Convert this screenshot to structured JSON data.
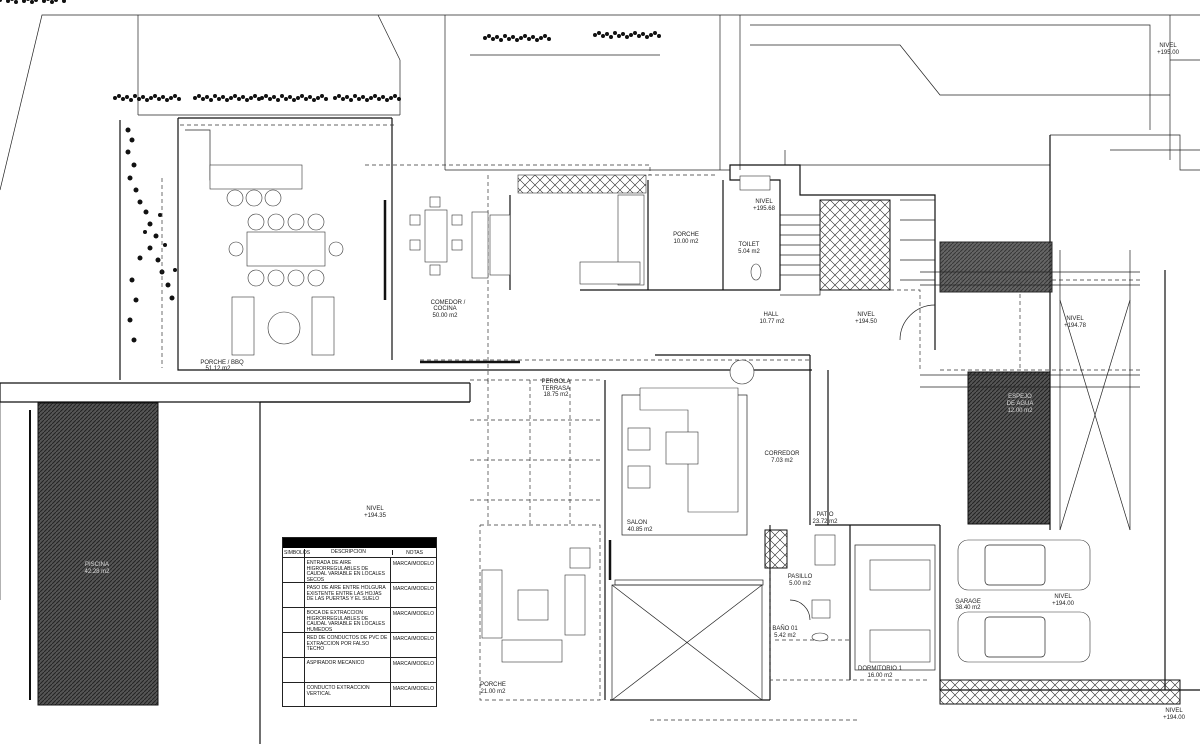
{
  "rooms": {
    "porche_bbq": {
      "name": "PORCHE / BBQ",
      "area": "51.12 m2"
    },
    "comedor": {
      "name": "COMEDOR /",
      "name2": "COCINA",
      "area": "50.00 m2"
    },
    "porche_top": {
      "name": "PORCHE",
      "area": "10.00 m2"
    },
    "toilet": {
      "name": "TOILET",
      "area": "5.04 m2"
    },
    "hall": {
      "name": "HALL",
      "area": "10.77 m2"
    },
    "pergola": {
      "name": "PERGOLA",
      "name2": "TERRASA",
      "area": "18.75 m2"
    },
    "corredor": {
      "name": "CORREDOR",
      "area": "7.03 m2"
    },
    "salon": {
      "name": "SALON",
      "area": "40.85 m2"
    },
    "patio": {
      "name": "PATIO",
      "area": "23.72 m2"
    },
    "pasillo": {
      "name": "PASILLO",
      "area": "5.00 m2"
    },
    "bano": {
      "name": "BAÑO 01",
      "area": "5.42 m2"
    },
    "dormitorio": {
      "name": "DORMITORIO 1",
      "area": "16.00 m2"
    },
    "garage": {
      "name": "GARAGE",
      "area": "38.40 m2"
    },
    "porche_bottom": {
      "name": "PORCHE",
      "area": "21.00 m2"
    },
    "piscina": {
      "name": "PISCINA",
      "area": "42.28 m2"
    },
    "espejo": {
      "name": "ESPEJO",
      "name2": "DE AGUA",
      "area": "12.00 m2"
    }
  },
  "levels": {
    "nivel_word": "NIVEL",
    "top_right": "+195.00",
    "toilet": "+195.68",
    "stair": "+194.50",
    "right": "+194.78",
    "center": "+194.35",
    "garage": "+194.00",
    "bottom_right": "+194.00"
  },
  "legend": {
    "headers": [
      "SIMBOLOS",
      "DESCRIPCION",
      "NOTAS"
    ],
    "rows": [
      {
        "desc": "ENTRADA DE AIRE HIGRORREGULABLES DE CAUDAL VARIABLE EN LOCALES SECOS",
        "note": "MARCA/MODELO"
      },
      {
        "desc": "PASO DE AIRE ENTRE HOLGURA EXISTENTE ENTRE LAS HOJAS DE LAS PUERTAS Y EL SUELO",
        "note": "MARCA/MODELO"
      },
      {
        "desc": "BOCA DE EXTRACCION HIGRORREGULABLES DE CAUDAL VARIABLE EN LOCALES HUMEDOS",
        "note": "MARCA/MODELO"
      },
      {
        "desc": "RED DE CONDUCTOS DE PVC DE EXTRACCION POR FALSO TECHO",
        "note": "MARCA/MODELO"
      },
      {
        "desc": "ASPIRADOR MECANICO",
        "note": "MARCA/MODELO"
      },
      {
        "desc": "CONDUCTO EXTRACCION VERTICAL",
        "note": "MARCA/MODELO"
      }
    ]
  },
  "colors": {
    "line": "#111111",
    "hatch": "#3a3a3a",
    "paper": "#ffffff"
  }
}
